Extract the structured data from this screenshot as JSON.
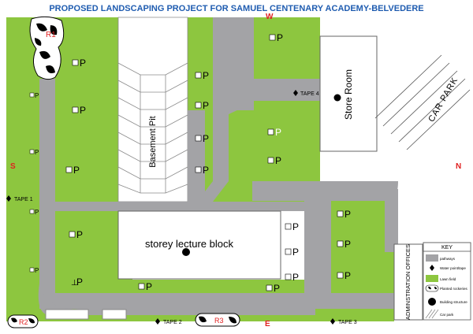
{
  "title": "PROPOSED LANDSCAPING PROJECT FOR SAMUEL CENTENARY ACADEMY-BELVEDERE",
  "compass": {
    "north": "N",
    "south": "S",
    "east": "E",
    "west": "W"
  },
  "plant_label": "P",
  "tapes": {
    "t1": "TAPE 1",
    "t2": "TAPE 2",
    "t3": "TAPE 3",
    "t4": "TAPE 4"
  },
  "rockeries": {
    "r1": "R1",
    "r2": "R2",
    "r3": "R3"
  },
  "buildings": {
    "lecture_block": "storey lecture block",
    "store_room": "Store Room",
    "basement_pit": "Basement Pit",
    "admin_offices": "ADMINSTRATION OFFICES",
    "car_park": "CAR PARK"
  },
  "key": {
    "title": "KEY",
    "items": [
      "pathways",
      "Water point/tape",
      "Lawn field",
      "Planted rockeries",
      "Building structure",
      "Car park"
    ]
  },
  "colors": {
    "lawn": "#8dc63f",
    "pathway": "#a3a3a6",
    "title": "#1f5cb0",
    "compass": "#e02020",
    "building_outline": "#666666"
  }
}
